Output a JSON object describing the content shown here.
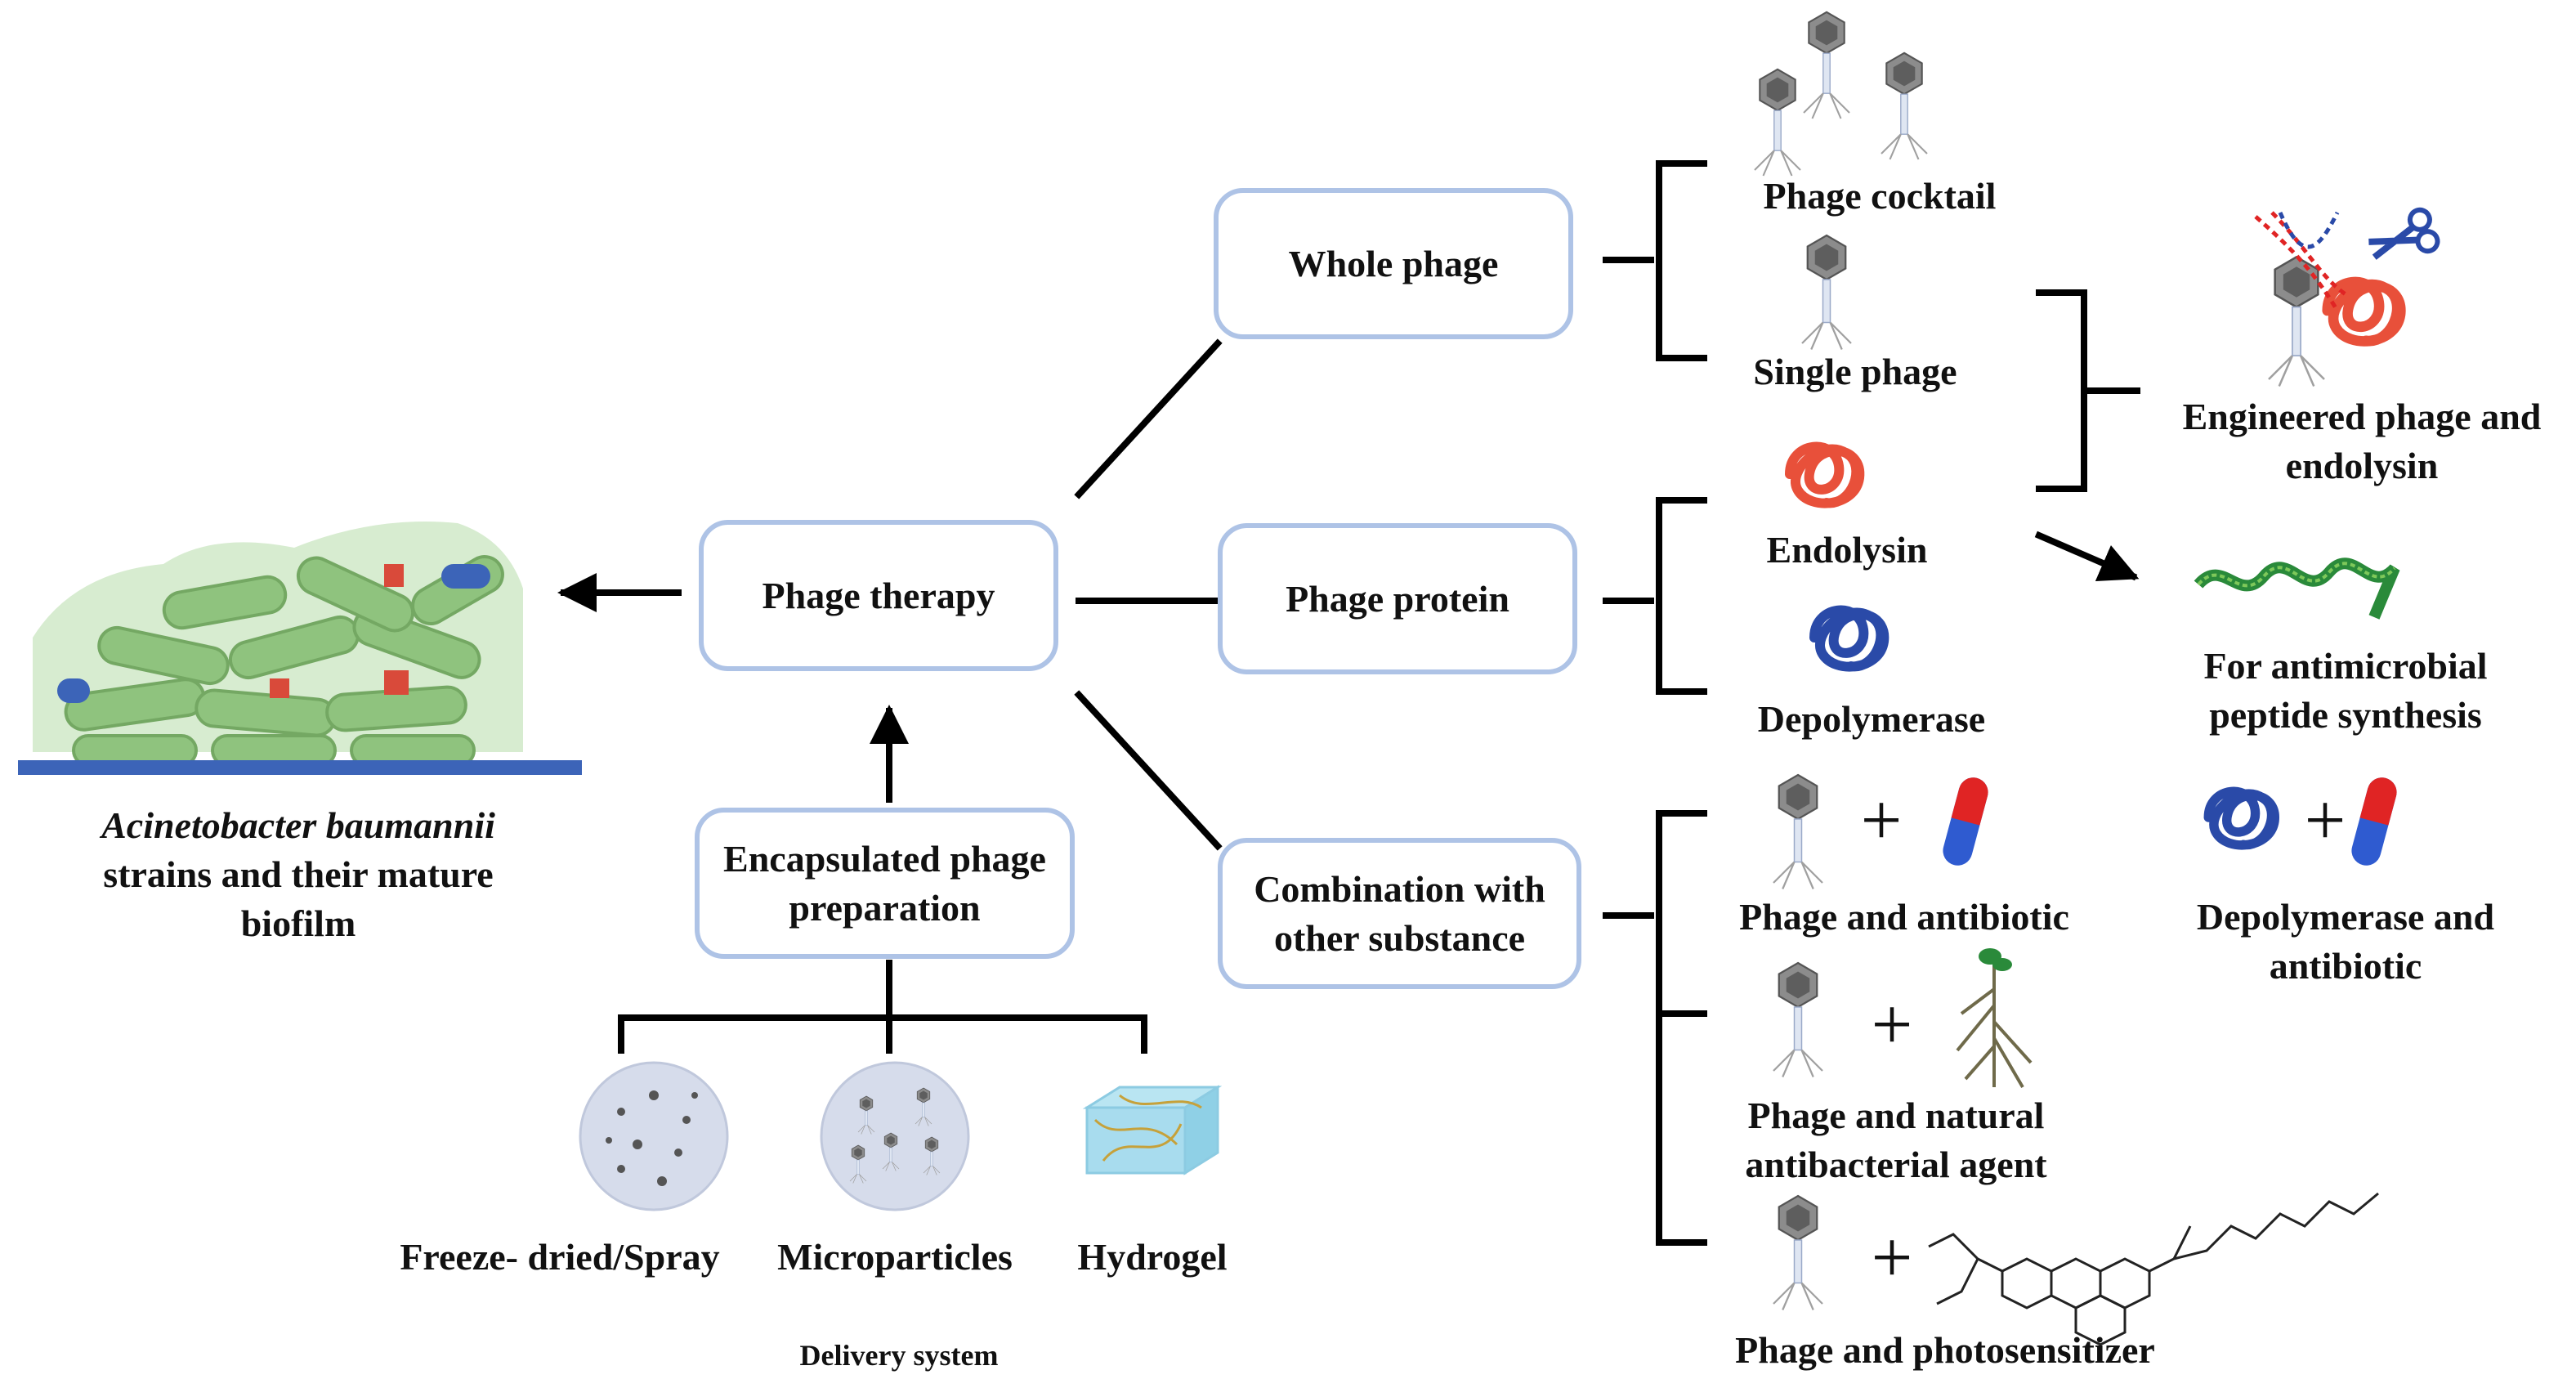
{
  "nodes": {
    "phage_therapy": "Phage therapy",
    "whole_phage": "Whole phage",
    "phage_protein": "Phage protein",
    "combination_line1": "Combination with",
    "combination_line2": "other substance",
    "encapsulated_line1": "Encapsulated phage",
    "encapsulated_line2": "preparation"
  },
  "biofilm": {
    "species": "Acinetobacter baumannii",
    "line2": "strains and their  mature",
    "line3": "biofilm"
  },
  "delivery": {
    "freeze_dried": "Freeze- dried/Spray",
    "microparticles": "Microparticles",
    "hydrogel": "Hydrogel",
    "caption": "Delivery system"
  },
  "whole_phage_items": {
    "cocktail": "Phage cocktail",
    "single": "Single phage"
  },
  "protein_items": {
    "endolysin": "Endolysin",
    "depolymerase": "Depolymerase"
  },
  "engineered": {
    "line1": "Engineered phage and",
    "line2": "endolysin"
  },
  "antimicrobial": {
    "line1": "For antimicrobial",
    "line2": "peptide synthesis"
  },
  "combination_items": {
    "antibiotic": "Phage and antibiotic",
    "natural_line1": "Phage and natural",
    "natural_line2": "antibacterial agent",
    "photosensitizer": "Phage and photosensitizer"
  },
  "depolymerase_antibiotic": {
    "line1": "Depolymerase and",
    "line2": "antibiotic"
  },
  "plus_sign": "+",
  "colors": {
    "box_border": "#aec3e6",
    "endolysin": "#e8503a",
    "depolymerase": "#2a4aa8",
    "bacteria": "#8fc37e",
    "biofilm_base": "#3c64b8"
  }
}
